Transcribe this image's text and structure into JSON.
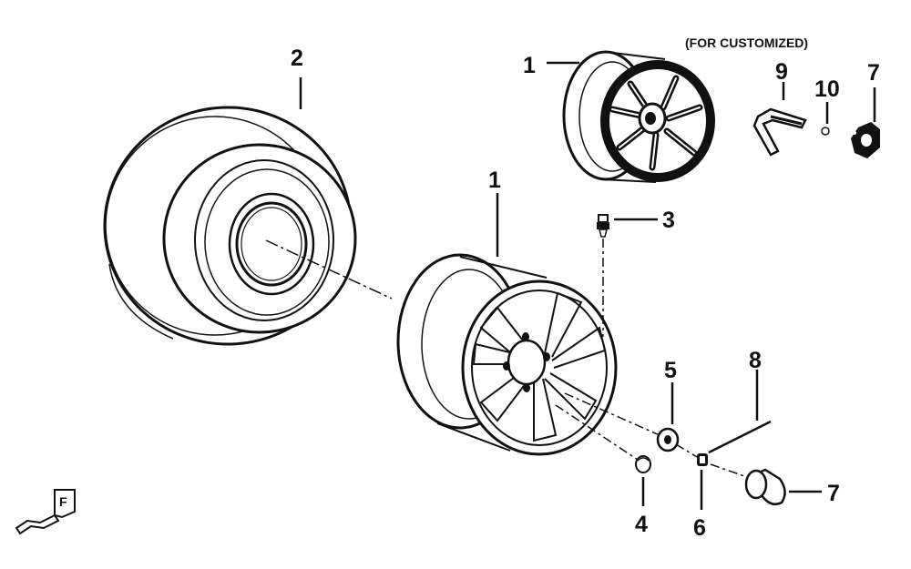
{
  "diagram": {
    "note": "(FOR CUSTOMIZED)",
    "orientation_mark": "F",
    "callouts": {
      "c1_top": "1",
      "c1_main": "1",
      "c2": "2",
      "c3": "3",
      "c4": "4",
      "c5": "5",
      "c6": "6",
      "c7_top": "7",
      "c7_bottom": "7",
      "c8": "8",
      "c9": "9",
      "c10": "10"
    }
  }
}
